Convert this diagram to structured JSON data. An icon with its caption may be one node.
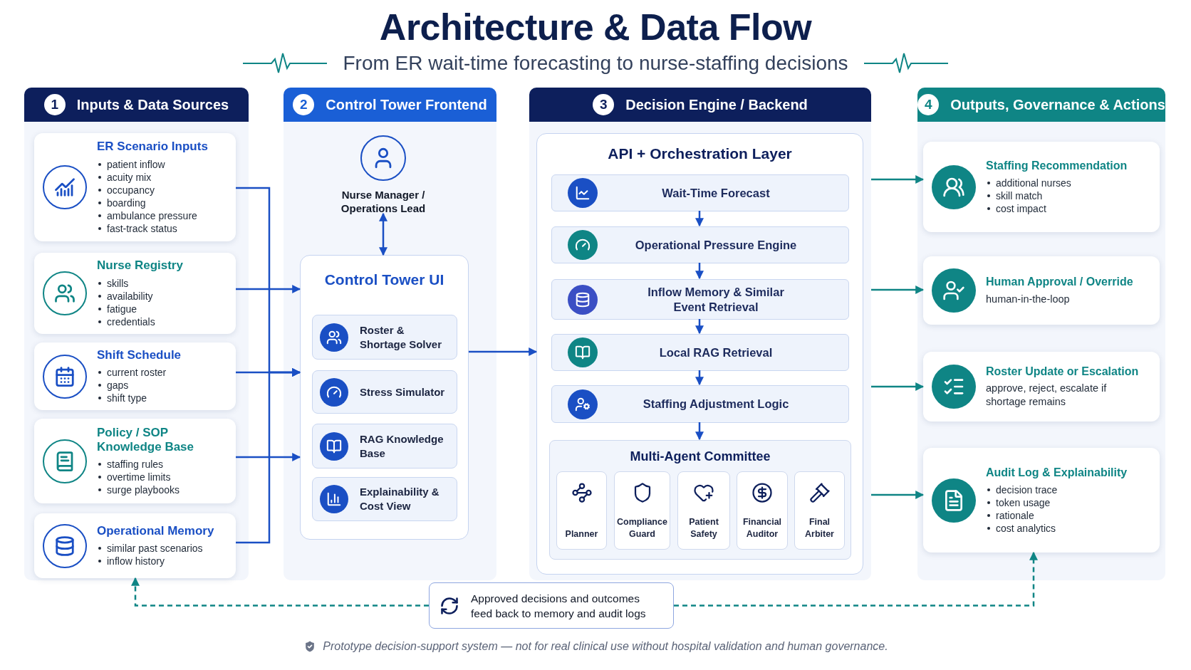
{
  "diagram": {
    "title": "Architecture & Data Flow",
    "caption": "Prototype decision-support system — not for real clinical use without hospital validation and human governance.",
    "labels": [
      "From ER wait-time forecasting to nurse-staffing decisions"
    ],
    "nodes": [
      {
        "text": [
          "1",
          "Inputs & Data Sources"
        ]
      },
      {
        "text": [
          "ER Scenario Inputs",
          "patient inflow",
          "acuity mix",
          "occupancy",
          "boarding",
          "ambulance pressure",
          "fast-track status"
        ],
        "in": 0
      },
      {
        "text": [
          "Nurse Registry",
          "skills",
          "availability",
          "fatigue",
          "credentials"
        ],
        "in": 0
      },
      {
        "text": [
          "Shift Schedule",
          "current roster",
          "gaps",
          "shift type"
        ],
        "in": 0
      },
      {
        "text": [
          "Policy / SOP Knowledge Base",
          "staffing rules",
          "overtime limits",
          "surge playbooks"
        ],
        "in": 0
      },
      {
        "text": [
          "Operational Memory",
          "similar past scenarios",
          "inflow history"
        ],
        "in": 0
      },
      {
        "text": [
          "2",
          "Control Tower Frontend"
        ]
      },
      {
        "text": [
          "Nurse Manager / Operations Lead"
        ],
        "in": 6
      },
      {
        "text": [
          "Control Tower UI"
        ],
        "in": 6
      },
      {
        "text": [
          "Roster & Shortage Solver"
        ],
        "in": 8
      },
      {
        "text": [
          "Stress Simulator"
        ],
        "in": 8
      },
      {
        "text": [
          "RAG Knowledge Base"
        ],
        "in": 8
      },
      {
        "text": [
          "Explainability & Cost View"
        ],
        "in": 8
      },
      {
        "text": [
          "3",
          "Decision Engine / Backend"
        ]
      },
      {
        "text": [
          "API + Orchestration Layer"
        ],
        "in": 13
      },
      {
        "text": [
          "Wait-Time Forecast"
        ],
        "in": 14
      },
      {
        "text": [
          "Operational Pressure Engine"
        ],
        "in": 14
      },
      {
        "text": [
          "Inflow Memory & Similar Event Retrieval"
        ],
        "in": 14
      },
      {
        "text": [
          "Local RAG Retrieval"
        ],
        "in": 14
      },
      {
        "text": [
          "Staffing Adjustment Logic"
        ],
        "in": 14
      },
      {
        "text": [
          "Multi-Agent Committee"
        ],
        "in": 14
      },
      {
        "text": [
          "Planner"
        ],
        "in": 20
      },
      {
        "text": [
          "Compliance Guard"
        ],
        "in": 20
      },
      {
        "text": [
          "Patient Safety"
        ],
        "in": 20
      },
      {
        "text": [
          "Financial Auditor"
        ],
        "in": 20
      },
      {
        "text": [
          "Final Arbiter"
        ],
        "in": 20
      },
      {
        "text": [
          "4",
          "Outputs, Governance & Actions"
        ]
      },
      {
        "text": [
          "Staffing Recommendation",
          "additional nurses",
          "skill match",
          "cost impact"
        ],
        "in": 26
      },
      {
        "text": [
          "Human Approval / Override",
          "human-in-the-loop"
        ],
        "in": 26
      },
      {
        "text": [
          "Roster Update or Escalation",
          "approve, reject, escalate if shortage remains"
        ],
        "in": 26
      },
      {
        "text": [
          "Audit Log & Explainability",
          "decision trace",
          "token usage",
          "rationale",
          "cost analytics"
        ],
        "in": 26
      },
      {
        "text": [
          "Approved decisions and outcomes feed back to memory and audit logs"
        ]
      }
    ],
    "edges": [
      {
        "from": 1,
        "to": 8,
        "arrow": "to"
      },
      {
        "from": 2,
        "to": 8,
        "arrow": "to"
      },
      {
        "from": 3,
        "to": 8,
        "arrow": "to"
      },
      {
        "from": 4,
        "to": 8,
        "arrow": "to"
      },
      {
        "from": 5,
        "to": 8,
        "arrow": "to"
      },
      {
        "from": 7,
        "to": 8,
        "arrow": "both"
      },
      {
        "from": 8,
        "to": 14,
        "arrow": "to"
      },
      {
        "from": 15,
        "to": 16,
        "arrow": "to"
      },
      {
        "from": 16,
        "to": 17,
        "arrow": "to"
      },
      {
        "from": 17,
        "to": 18,
        "arrow": "to"
      },
      {
        "from": 18,
        "to": 19,
        "arrow": "to"
      },
      {
        "from": 19,
        "to": 20,
        "arrow": "to"
      },
      {
        "from": 13,
        "to": 27,
        "arrow": "to",
        "color": "#0f8585"
      },
      {
        "from": 13,
        "to": 28,
        "arrow": "to",
        "color": "#0f8585"
      },
      {
        "from": 13,
        "to": 29,
        "arrow": "to",
        "color": "#0f8585"
      },
      {
        "from": 13,
        "to": 30,
        "arrow": "to",
        "color": "#0f8585"
      },
      {
        "from": 31,
        "to": 5,
        "arrow": "to",
        "style": "dashed",
        "color": "#0f8585"
      },
      {
        "from": 31,
        "to": 30,
        "arrow": "to",
        "style": "dashed",
        "color": "#0f8585"
      }
    ]
  }
}
